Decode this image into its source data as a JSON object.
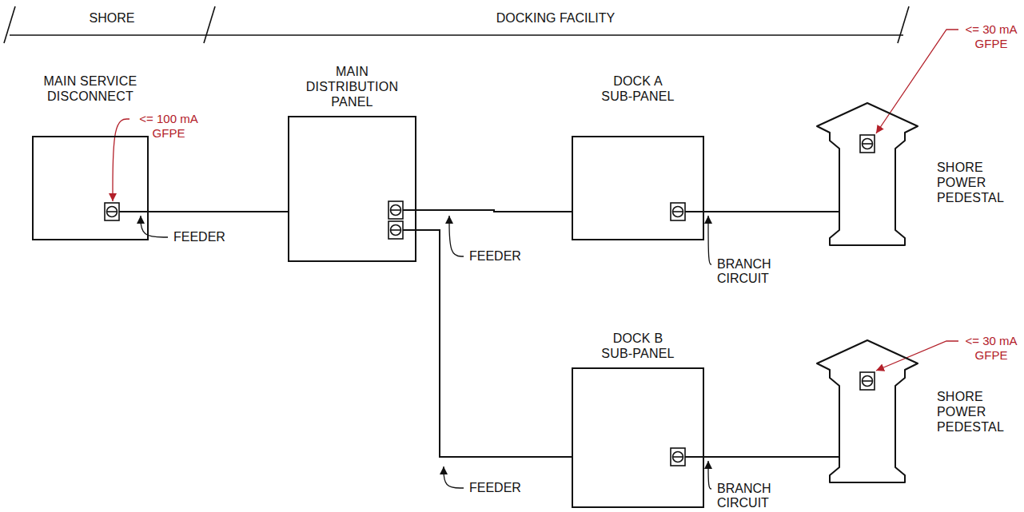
{
  "diagram": {
    "nodes": [
      {
        "text": [
          "MAIN SERVICE DISCONNECT"
        ]
      },
      {
        "text": [
          "MAIN DISTRIBUTION PANEL"
        ]
      },
      {
        "text": [
          "DOCK A SUB-PANEL"
        ]
      },
      {
        "text": [
          "SHORE POWER PEDESTAL"
        ]
      },
      {
        "text": [
          "DOCK B SUB-PANEL"
        ]
      },
      {
        "text": [
          "SHORE POWER PEDESTAL"
        ]
      }
    ],
    "edges": [
      {
        "from": 0,
        "to": 1,
        "arrow": "none",
        "label": "FEEDER"
      },
      {
        "from": 1,
        "to": 2,
        "arrow": "none",
        "label": "FEEDER"
      },
      {
        "from": 1,
        "to": 4,
        "arrow": "none",
        "label": "FEEDER"
      },
      {
        "from": 2,
        "to": 3,
        "arrow": "none",
        "label": "BRANCH CIRCUIT"
      },
      {
        "from": 4,
        "to": 5,
        "arrow": "none",
        "label": "BRANCH CIRCUIT"
      }
    ],
    "labels": [
      "SHORE",
      "DOCKING FACILITY",
      "<= 100 mA GFPE",
      "<= 30 mA GFPE",
      "<= 30 mA GFPE"
    ]
  }
}
